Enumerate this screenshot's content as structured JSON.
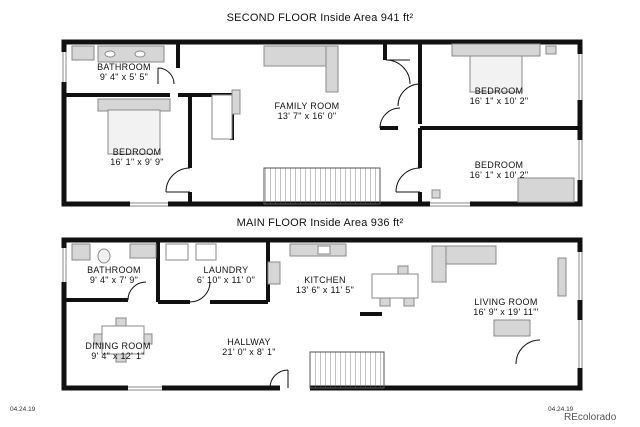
{
  "second_floor": {
    "title": "SECOND FLOOR Inside Area 941 ft²",
    "rooms": [
      {
        "name": "BATHROOM",
        "dims": "9' 4\" x 5' 5\""
      },
      {
        "name": "FAMILY ROOM",
        "dims": "13' 7\" x 16' 0\""
      },
      {
        "name": "BEDROOM",
        "dims": "16' 1\" x 10' 2\""
      },
      {
        "name": "BEDROOM",
        "dims": "16' 1\" x 9' 9\""
      },
      {
        "name": "BEDROOM",
        "dims": "16' 1\" x 10' 2\""
      }
    ]
  },
  "main_floor": {
    "title": "MAIN FLOOR Inside Area 936 ft²",
    "rooms": [
      {
        "name": "BATHROOM",
        "dims": "9' 4\" x 7' 9\""
      },
      {
        "name": "LAUNDRY",
        "dims": "6' 10\" x 11' 0\""
      },
      {
        "name": "KITCHEN",
        "dims": "13' 6\" x 11' 5\""
      },
      {
        "name": "LIVING ROOM",
        "dims": "16' 9\" x 19' 11\"'"
      },
      {
        "name": "DINING ROOM",
        "dims": "9' 4\" x 12' 1\""
      },
      {
        "name": "HALLWAY",
        "dims": "21' 0\" x 8' 1\""
      }
    ]
  },
  "footer": {
    "date_left": "04.24.19",
    "date_right": "04.24.19",
    "watermark": "REcolorado"
  },
  "colors": {
    "wall": "#111111",
    "furniture_fill": "#d6d6d6",
    "furniture_stroke": "#8a8a8a"
  }
}
